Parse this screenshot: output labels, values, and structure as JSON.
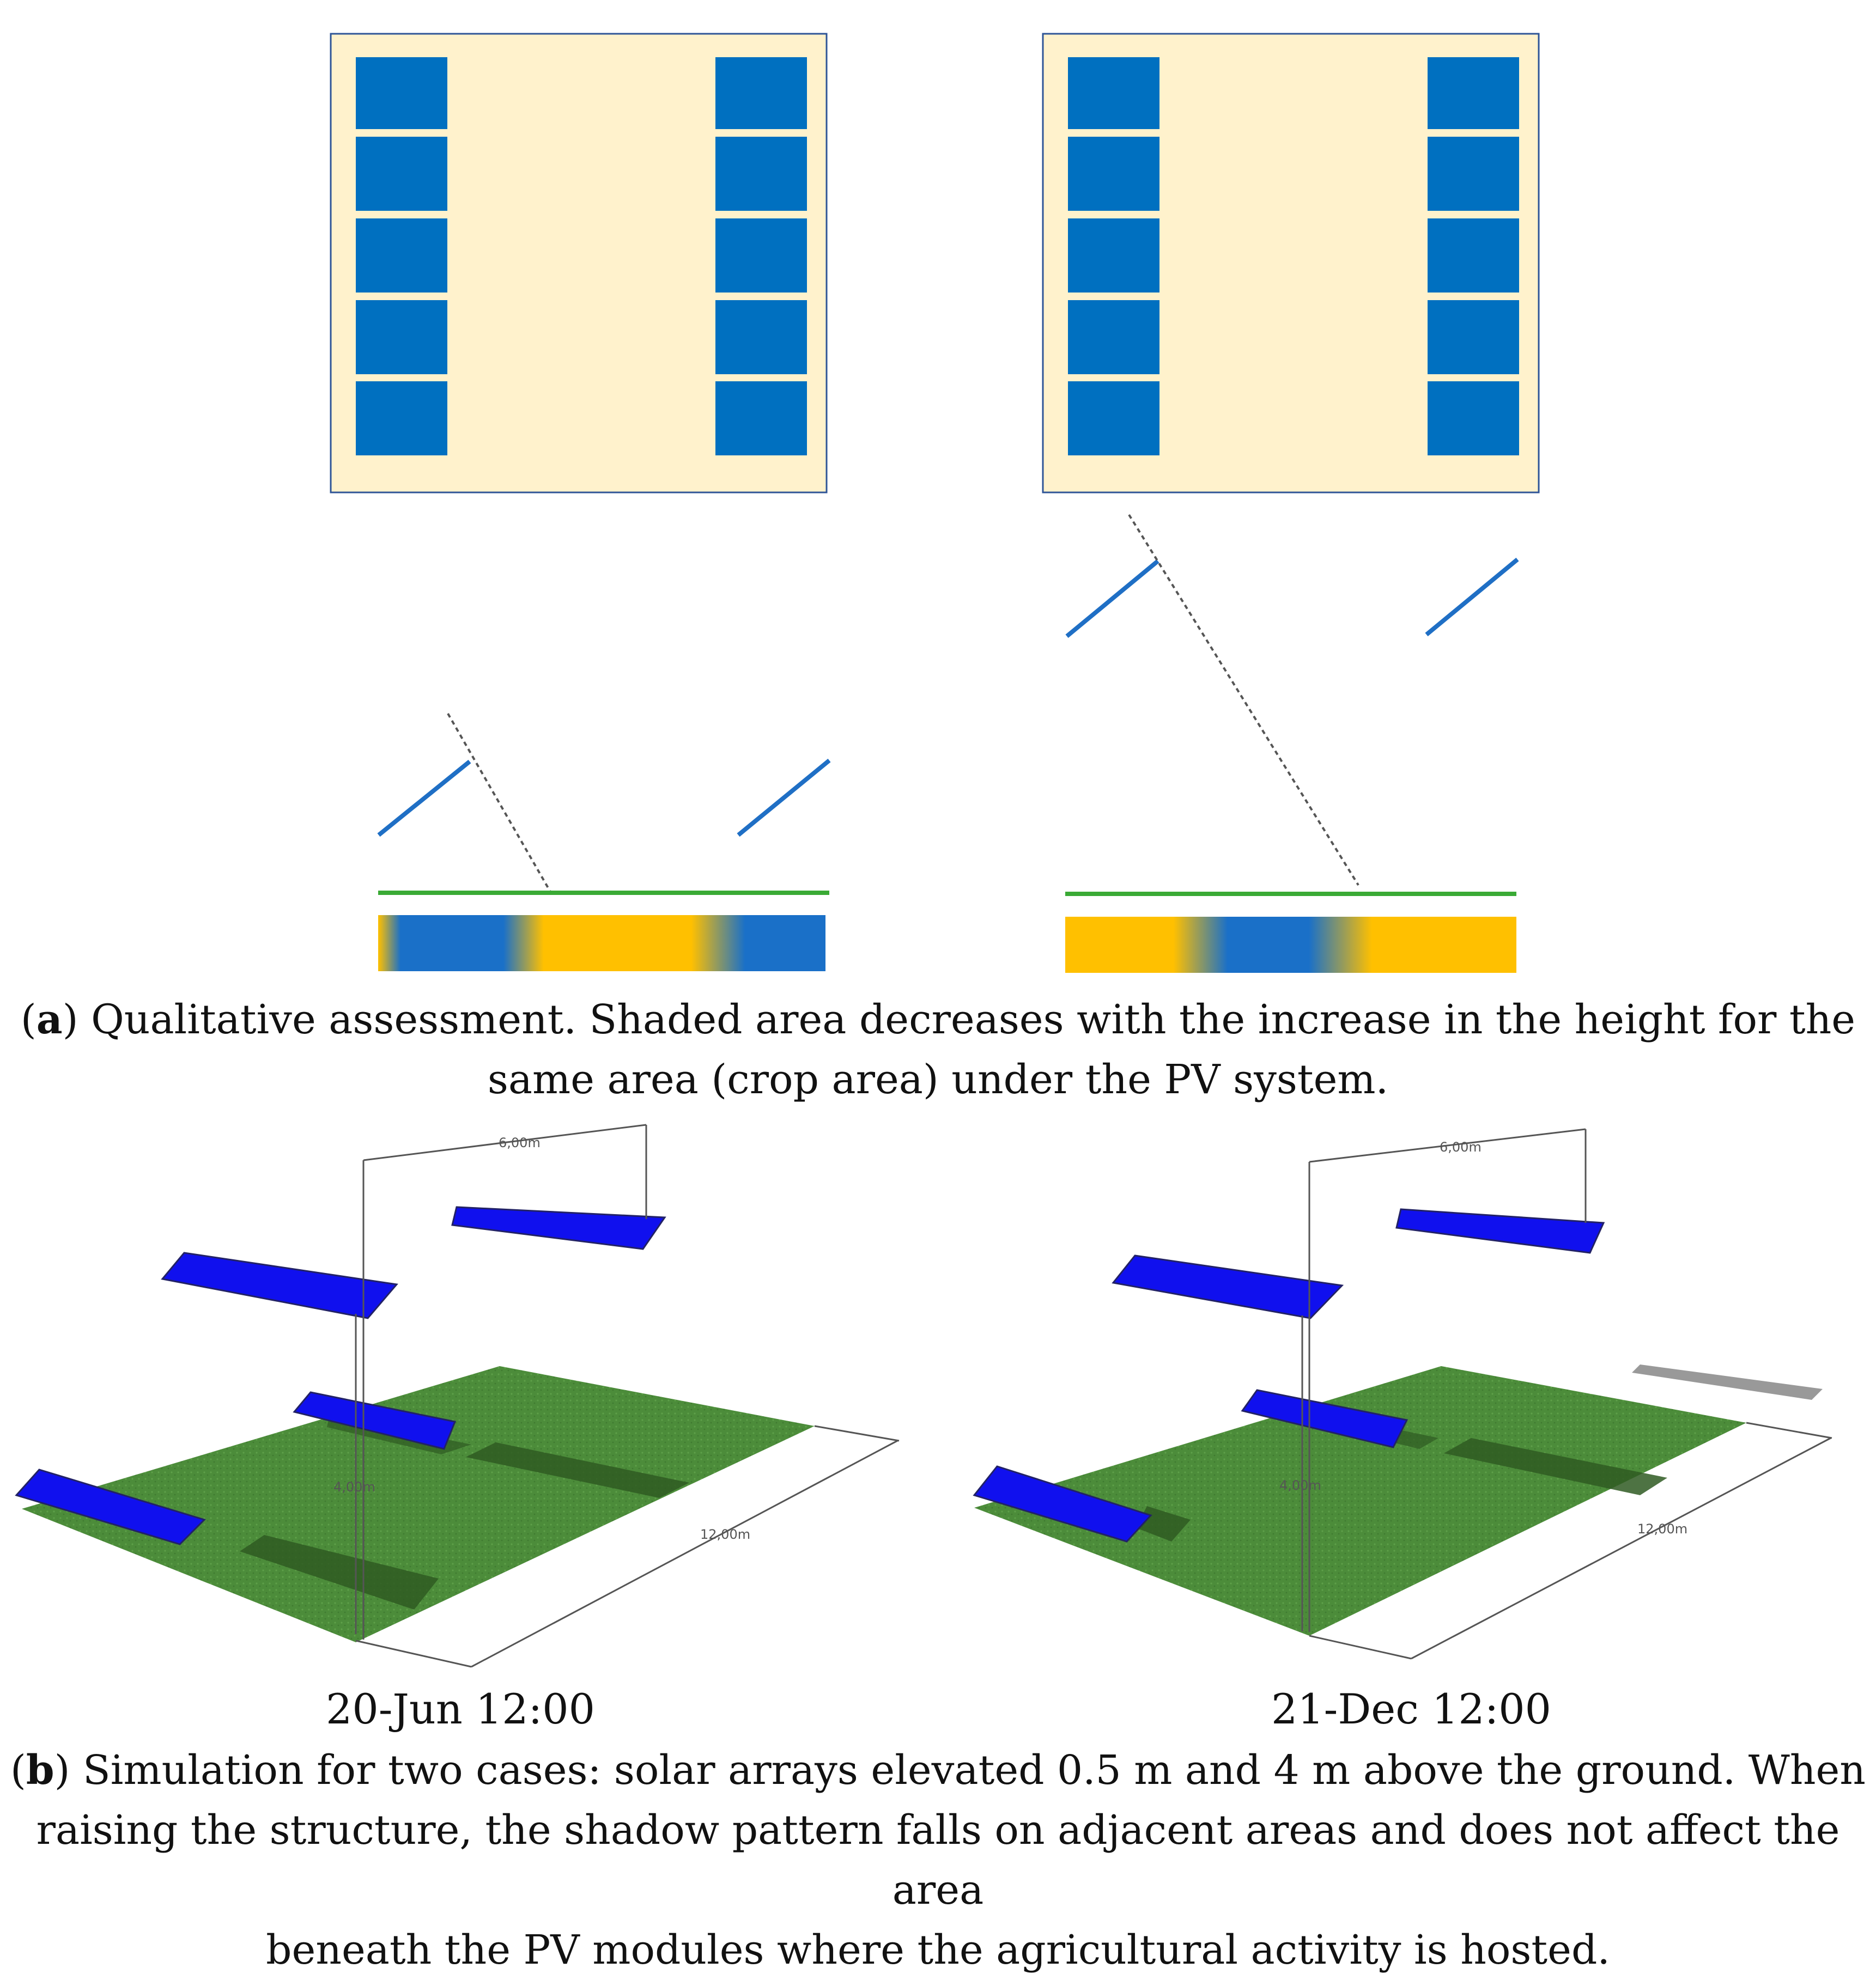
{
  "colors": {
    "panel_blue": "#0070c0",
    "bg_cream": "#fff2cc",
    "ground_green": "#3aaa35",
    "shade_yellow": "#ffc000",
    "module_blue": "#1010ee",
    "field_green": "#4c8c3a"
  },
  "panel_a": {
    "caption_label": "a",
    "caption_text": ") Qualitative assessment. Shaded area decreases with the increase in the height for the",
    "caption_line2": "same area (crop area) under the PV system."
  },
  "panel_b": {
    "left_label": "20-Jun 12:00",
    "right_label": "21-Dec 12:00",
    "dim_width": "6,00m",
    "dim_height": "4,00m",
    "dim_length": "12,00m",
    "caption_label": "b",
    "caption_text": ") Simulation for two cases: solar arrays elevated 0.5 m and 4 m above the ground. When",
    "caption_line2": "raising the structure, the shadow pattern falls on adjacent areas and does not affect the area",
    "caption_line3": "beneath the PV modules where the agricultural activity is hosted."
  }
}
